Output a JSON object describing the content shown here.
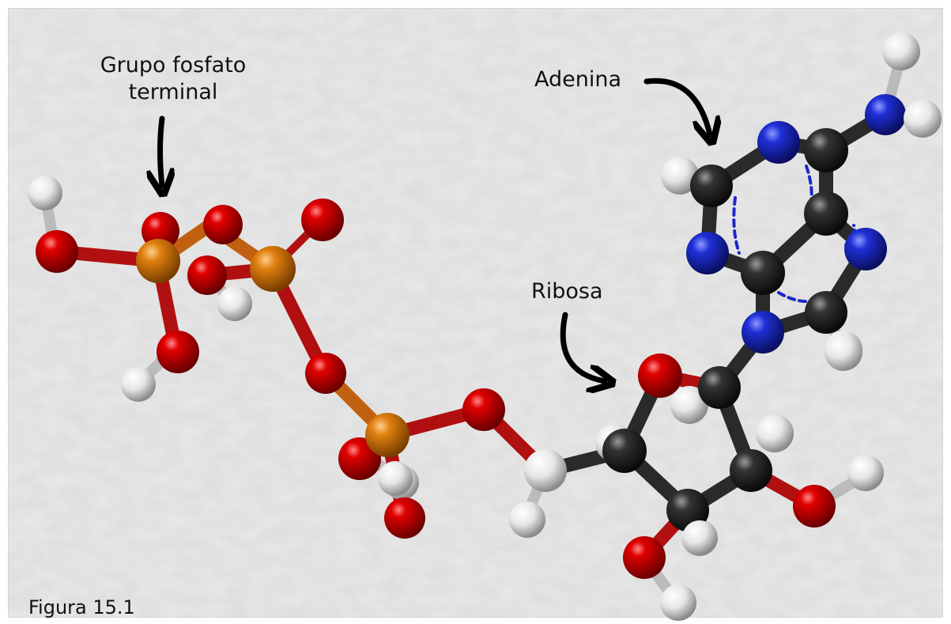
{
  "labels": {
    "phosphate_line1": "Grupo fosfato",
    "phosphate_line2": "terminal",
    "adenine": "Adenina",
    "ribose": "Ribosa",
    "figure": "Figura 15.1"
  },
  "colors": {
    "oxygen": "#d40000",
    "phosphorus": "#e07c0f",
    "carbon": "#262626",
    "nitrogen": "#1c28c8",
    "hydrogen": "#f0f0f0",
    "background": "#e9e9e9"
  }
}
